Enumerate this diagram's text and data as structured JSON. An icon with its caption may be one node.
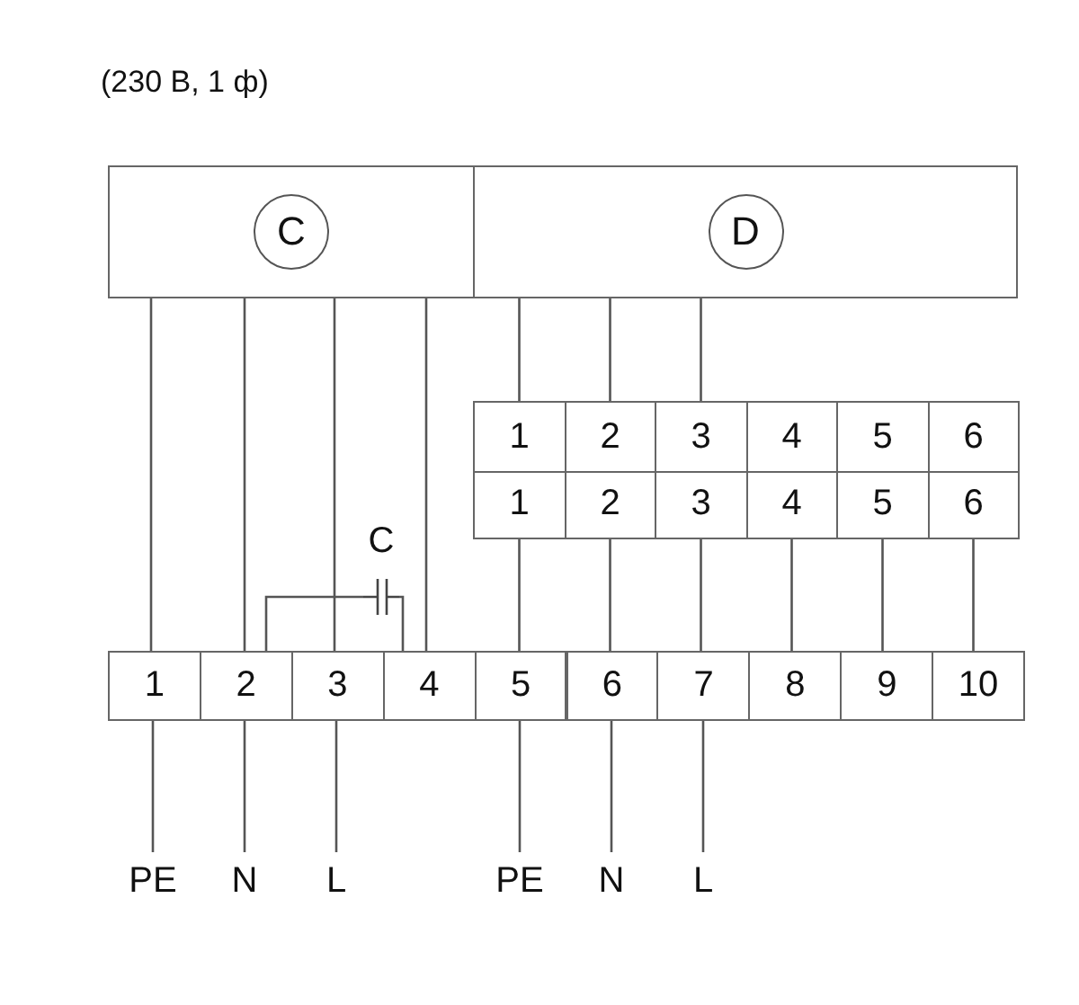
{
  "diagram": {
    "title": "(230 В, 1 ф)",
    "nodes": [
      {
        "text": [
          "C"
        ]
      },
      {
        "text": [
          "D"
        ]
      },
      {
        "text": [
          "1"
        ]
      },
      {
        "text": [
          "2"
        ]
      },
      {
        "text": [
          "3"
        ]
      },
      {
        "text": [
          "4"
        ]
      },
      {
        "text": [
          "5"
        ]
      },
      {
        "text": [
          "6"
        ]
      },
      {
        "text": [
          "1"
        ]
      },
      {
        "text": [
          "2"
        ]
      },
      {
        "text": [
          "3"
        ]
      },
      {
        "text": [
          "4"
        ]
      },
      {
        "text": [
          "5"
        ]
      },
      {
        "text": [
          "6"
        ]
      },
      {
        "text": [
          "1"
        ]
      },
      {
        "text": [
          "2"
        ]
      },
      {
        "text": [
          "3"
        ]
      },
      {
        "text": [
          "4"
        ]
      },
      {
        "text": [
          "5"
        ]
      },
      {
        "text": [
          "6"
        ]
      },
      {
        "text": [
          "7"
        ]
      },
      {
        "text": [
          "8"
        ]
      },
      {
        "text": [
          "9"
        ]
      },
      {
        "text": [
          "10"
        ]
      },
      {
        "text": [
          "PE"
        ]
      },
      {
        "text": [
          "N"
        ]
      },
      {
        "text": [
          "L"
        ]
      },
      {
        "text": [
          "PE"
        ]
      },
      {
        "text": [
          "N"
        ]
      },
      {
        "text": [
          "L"
        ]
      },
      {
        "text": [
          "C"
        ]
      }
    ],
    "edges": [
      {
        "from": 0,
        "to": 14,
        "arrow": "none"
      },
      {
        "from": 0,
        "to": 15,
        "arrow": "none"
      },
      {
        "from": 0,
        "to": 16,
        "arrow": "none"
      },
      {
        "from": 0,
        "to": 17,
        "arrow": "none"
      },
      {
        "from": 1,
        "to": 2,
        "arrow": "none"
      },
      {
        "from": 1,
        "to": 3,
        "arrow": "none"
      },
      {
        "from": 1,
        "to": 4,
        "arrow": "none"
      },
      {
        "from": 8,
        "to": 18,
        "arrow": "none"
      },
      {
        "from": 9,
        "to": 19,
        "arrow": "none"
      },
      {
        "from": 10,
        "to": 20,
        "arrow": "none"
      },
      {
        "from": 11,
        "to": 21,
        "arrow": "none"
      },
      {
        "from": 12,
        "to": 22,
        "arrow": "none"
      },
      {
        "from": 13,
        "to": 23,
        "arrow": "none"
      },
      {
        "from": 15,
        "to": 30,
        "arrow": "none"
      },
      {
        "from": 30,
        "to": 17,
        "arrow": "none"
      },
      {
        "from": 14,
        "to": 24,
        "arrow": "none"
      },
      {
        "from": 15,
        "to": 25,
        "arrow": "none"
      },
      {
        "from": 16,
        "to": 26,
        "arrow": "none"
      },
      {
        "from": 18,
        "to": 27,
        "arrow": "none"
      },
      {
        "from": 19,
        "to": 28,
        "arrow": "none"
      },
      {
        "from": 20,
        "to": 29,
        "arrow": "none"
      }
    ]
  }
}
